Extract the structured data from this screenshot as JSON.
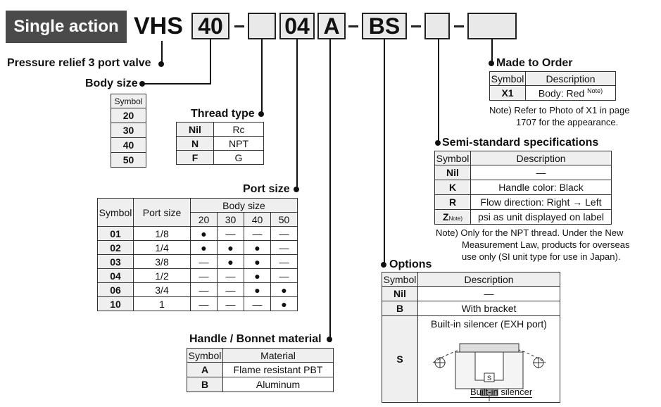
{
  "header": {
    "badge": "Single action",
    "series": "VHS",
    "body_size": "40",
    "blank1": "",
    "port_size": "04",
    "handle": "A",
    "options": "BS",
    "semi": "",
    "mto": ""
  },
  "pressure_relief": {
    "label": "Pressure relief 3 port valve"
  },
  "body_size": {
    "title": "Body size",
    "header": "Symbol",
    "rows": [
      "20",
      "30",
      "40",
      "50"
    ]
  },
  "thread_type": {
    "title": "Thread type",
    "rows": [
      [
        "Nil",
        "Rc"
      ],
      [
        "N",
        "NPT"
      ],
      [
        "F",
        "G"
      ]
    ]
  },
  "port_size": {
    "title": "Port size",
    "h_symbol": "Symbol",
    "h_port": "Port size",
    "h_body": "Body size",
    "cols": [
      "20",
      "30",
      "40",
      "50"
    ],
    "rows": [
      [
        "01",
        "1/8",
        "●",
        "—",
        "—",
        "—"
      ],
      [
        "02",
        "1/4",
        "●",
        "●",
        "●",
        "—"
      ],
      [
        "03",
        "3/8",
        "—",
        "●",
        "●",
        "—"
      ],
      [
        "04",
        "1/2",
        "—",
        "—",
        "●",
        "—"
      ],
      [
        "06",
        "3/4",
        "—",
        "—",
        "●",
        "●"
      ],
      [
        "10",
        "1",
        "—",
        "—",
        "—",
        "●"
      ]
    ]
  },
  "handle": {
    "title": "Handle / Bonnet material",
    "h_symbol": "Symbol",
    "h_material": "Material",
    "rows": [
      [
        "A",
        "Flame resistant PBT"
      ],
      [
        "B",
        "Aluminum"
      ]
    ]
  },
  "mto": {
    "title": "Made to Order",
    "h_symbol": "Symbol",
    "h_desc": "Description",
    "rows": [
      [
        "X1",
        "Body: Red",
        "Note)"
      ]
    ],
    "note1": "Note) Refer to Photo of X1 in page",
    "note2": "1707 for the appearance."
  },
  "semi": {
    "title": "Semi-standard specifications",
    "h_symbol": "Symbol",
    "h_desc": "Description",
    "rows": [
      [
        "Nil",
        "—"
      ],
      [
        "K",
        "Handle color: Black"
      ],
      [
        "R",
        "Flow direction: Right → Left"
      ],
      [
        "Z",
        "psi as unit displayed on label"
      ]
    ],
    "z_note": "Note)",
    "note1": "Note) Only for the NPT thread. Under the New",
    "note2": "Measurement Law, products for overseas",
    "note3": "use only (SI unit type for use in Japan)."
  },
  "options": {
    "title": "Options",
    "h_symbol": "Symbol",
    "h_desc": "Description",
    "rows": [
      [
        "Nil",
        "—"
      ],
      [
        "B",
        "With bracket"
      ],
      [
        "S",
        "Built-in silencer (EXH port)"
      ]
    ],
    "silencer_label": "Built-in silencer",
    "figure_letter": "S"
  }
}
